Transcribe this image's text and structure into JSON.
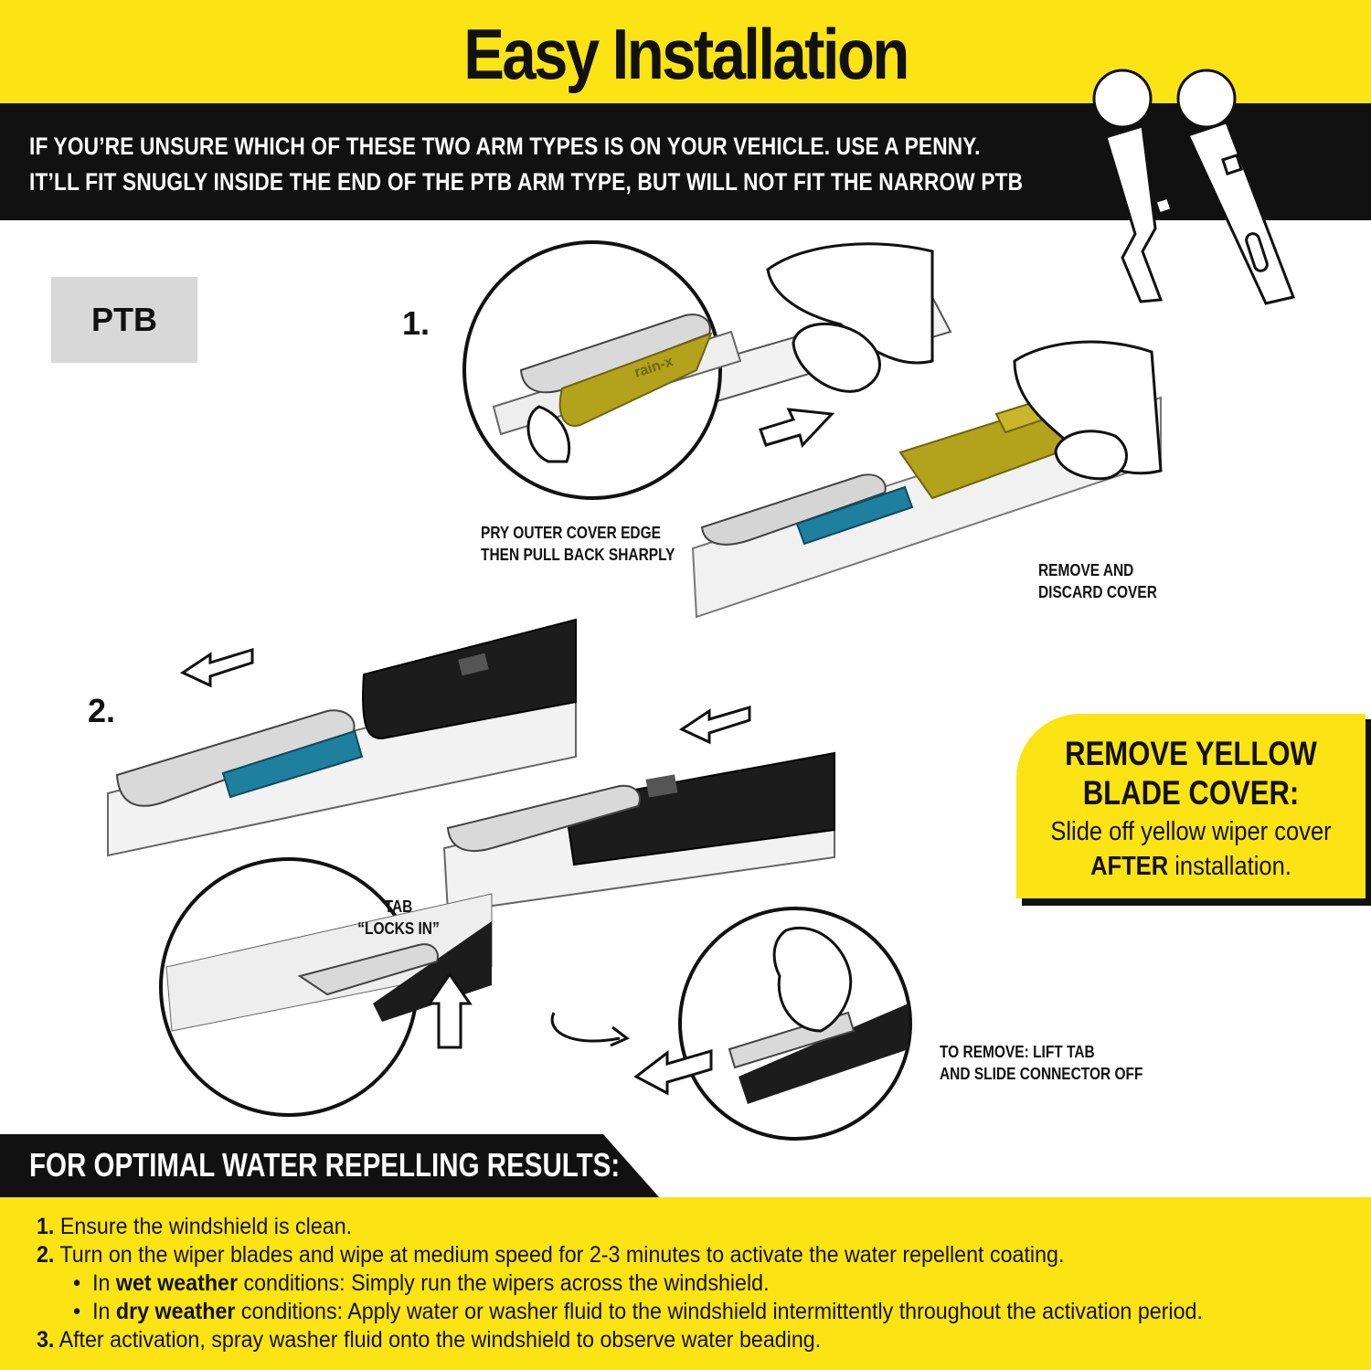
{
  "title": "Easy Installation",
  "notice": {
    "line1": "IF YOU’RE UNSURE WHICH OF THESE TWO ARM TYPES IS ON YOUR VEHICLE. USE A PENNY.",
    "line2": "IT’LL FIT SNUGLY INSIDE THE END OF THE PTB ARM TYPE, BUT WILL NOT FIT THE NARROW PTB"
  },
  "arm_type_label": "PTB",
  "steps": {
    "step1": {
      "number": "1.",
      "caption_pry_1": "PRY OUTER COVER EDGE",
      "caption_pry_2": "THEN PULL BACK SHARPLY",
      "caption_remove_1": "REMOVE AND",
      "caption_remove_2": "DISCARD COVER"
    },
    "step2": {
      "number": "2.",
      "caption_tab_1": "TAB",
      "caption_tab_2": "“LOCKS IN”",
      "caption_lift_1": "TO REMOVE: LIFT TAB",
      "caption_lift_2": "AND SLIDE CONNECTOR OFF"
    }
  },
  "brand_mark": "rain-x",
  "callout": {
    "heading_1": "REMOVE YELLOW",
    "heading_2": "BLADE COVER:",
    "body_1": "Slide off yellow wiper cover",
    "body_2_bold": "AFTER",
    "body_2_rest": " installation."
  },
  "results": {
    "heading": "FOR OPTIMAL WATER REPELLING RESULTS:",
    "item1_num": "1.",
    "item1_text": " Ensure the windshield is clean.",
    "item2_num": "2.",
    "item2_text": " Turn on the wiper blades and wipe at medium speed for 2-3 minutes to activate the water repellent coating.",
    "bullet1_pre": "In ",
    "bullet1_bold": "wet weather",
    "bullet1_post": " conditions: Simply run the wipers across the windshield.",
    "bullet2_pre": "In ",
    "bullet2_bold": "dry weather",
    "bullet2_post": " conditions: Apply water or washer fluid to the windshield intermittently throughout the activation period.",
    "item3_num": "3.",
    "item3_text": " After activation, spray washer fluid onto the windshield to observe water beading."
  },
  "colors": {
    "brand_yellow": "#fce414",
    "black": "#111111",
    "connector_blue": "#1f7f9e",
    "cover_olive": "#b3a21c",
    "label_gray": "#d8d8d9"
  }
}
